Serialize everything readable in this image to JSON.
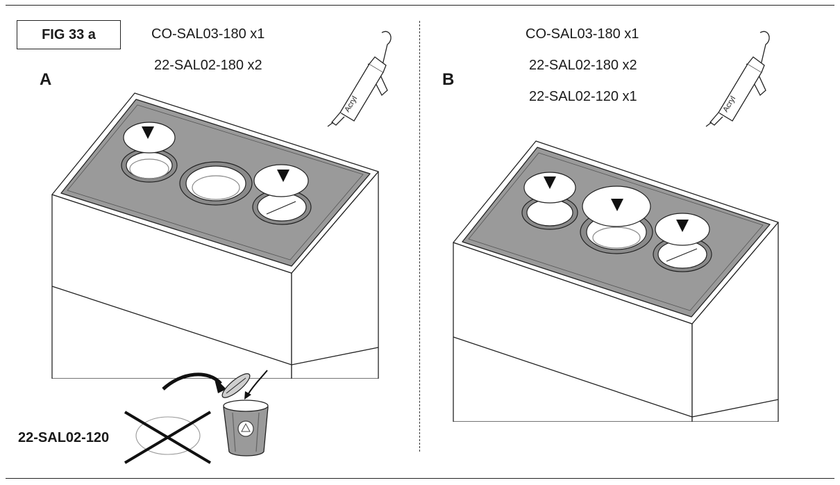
{
  "figure": {
    "label": "FIG 33 a"
  },
  "panel_a": {
    "letter": "A",
    "parts": [
      "CO-SAL03-180 x1",
      "22-SAL02-180 x2"
    ],
    "sealant_label": "Acryl",
    "discard": {
      "label": "22-SAL02-120"
    }
  },
  "panel_b": {
    "letter": "B",
    "parts": [
      "CO-SAL03-180 x1",
      "22-SAL02-180 x2",
      "22-SAL02-120 x1"
    ],
    "sealant_label": "Acryl"
  }
}
